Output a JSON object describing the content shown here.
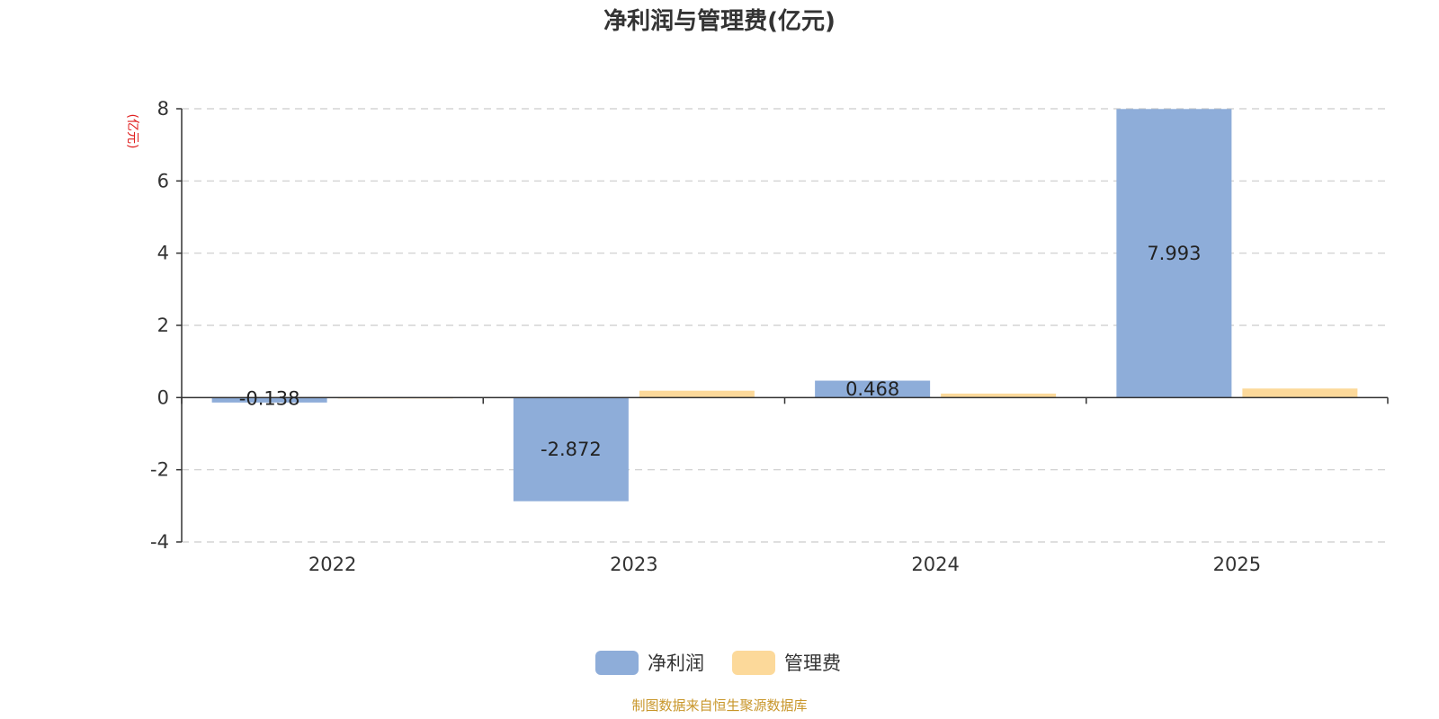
{
  "chart_data": {
    "type": "bar",
    "title": "净利润与管理费(亿元)",
    "ylabel": "(亿元)",
    "xlabel": "",
    "categories": [
      "2022",
      "2023",
      "2024",
      "2025"
    ],
    "series": [
      {
        "name": "净利润",
        "values": [
          -0.138,
          -2.872,
          0.468,
          7.993
        ],
        "color": "#8eadd9",
        "labels": [
          "-0.138",
          "-2.872",
          "0.468",
          "7.993"
        ]
      },
      {
        "name": "管理费",
        "values": [
          0.0,
          0.19,
          0.11,
          0.25
        ],
        "color": "#fcd99a"
      }
    ],
    "ylim": [
      -4,
      8
    ],
    "yticks": [
      -4,
      -2,
      0,
      2,
      4,
      6,
      8
    ],
    "ytick_labels": [
      "-4",
      "-2",
      "0",
      "2",
      "4",
      "6",
      "8"
    ],
    "grid": true,
    "legend": "bottom-center"
  },
  "source_note": "制图数据来自恒生聚源数据库",
  "colors": {
    "ylabel": "#e02020",
    "source": "#c8962a",
    "axis": "#333333",
    "grid": "#cccccc"
  }
}
